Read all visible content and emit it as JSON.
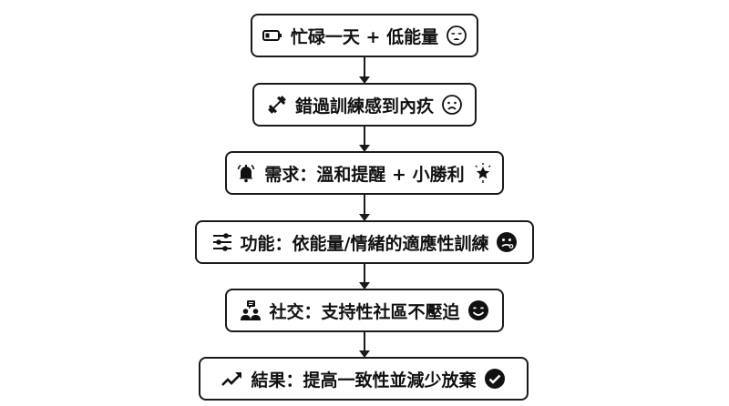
{
  "flow": {
    "steps": [
      {
        "text": "忙碌一天 + 低能量",
        "left_icon": "battery-low-icon",
        "right_icon": "sad-face-icon"
      },
      {
        "text": "錯過訓練感到內疚",
        "left_icon": "dumbbell-icon",
        "right_icon": "frown-face-icon"
      },
      {
        "text": "需求：溫和提醒 + 小勝利",
        "left_icon": "bell-ringing-icon",
        "right_icon": "star-sparkle-icon"
      },
      {
        "text": "功能：依能量/情緒的適應性訓練",
        "left_icon": "sliders-icon",
        "right_icon": "dizzy-face-icon"
      },
      {
        "text": "社交：支持性社區不壓迫",
        "left_icon": "community-chat-icon",
        "right_icon": "smile-face-icon"
      },
      {
        "text": "結果：提高一致性並減少放棄",
        "left_icon": "trending-up-icon",
        "right_icon": "check-circle-icon"
      }
    ],
    "colors": {
      "stroke": "#1a1a1a",
      "background": "#ffffff",
      "text": "#111111"
    }
  }
}
